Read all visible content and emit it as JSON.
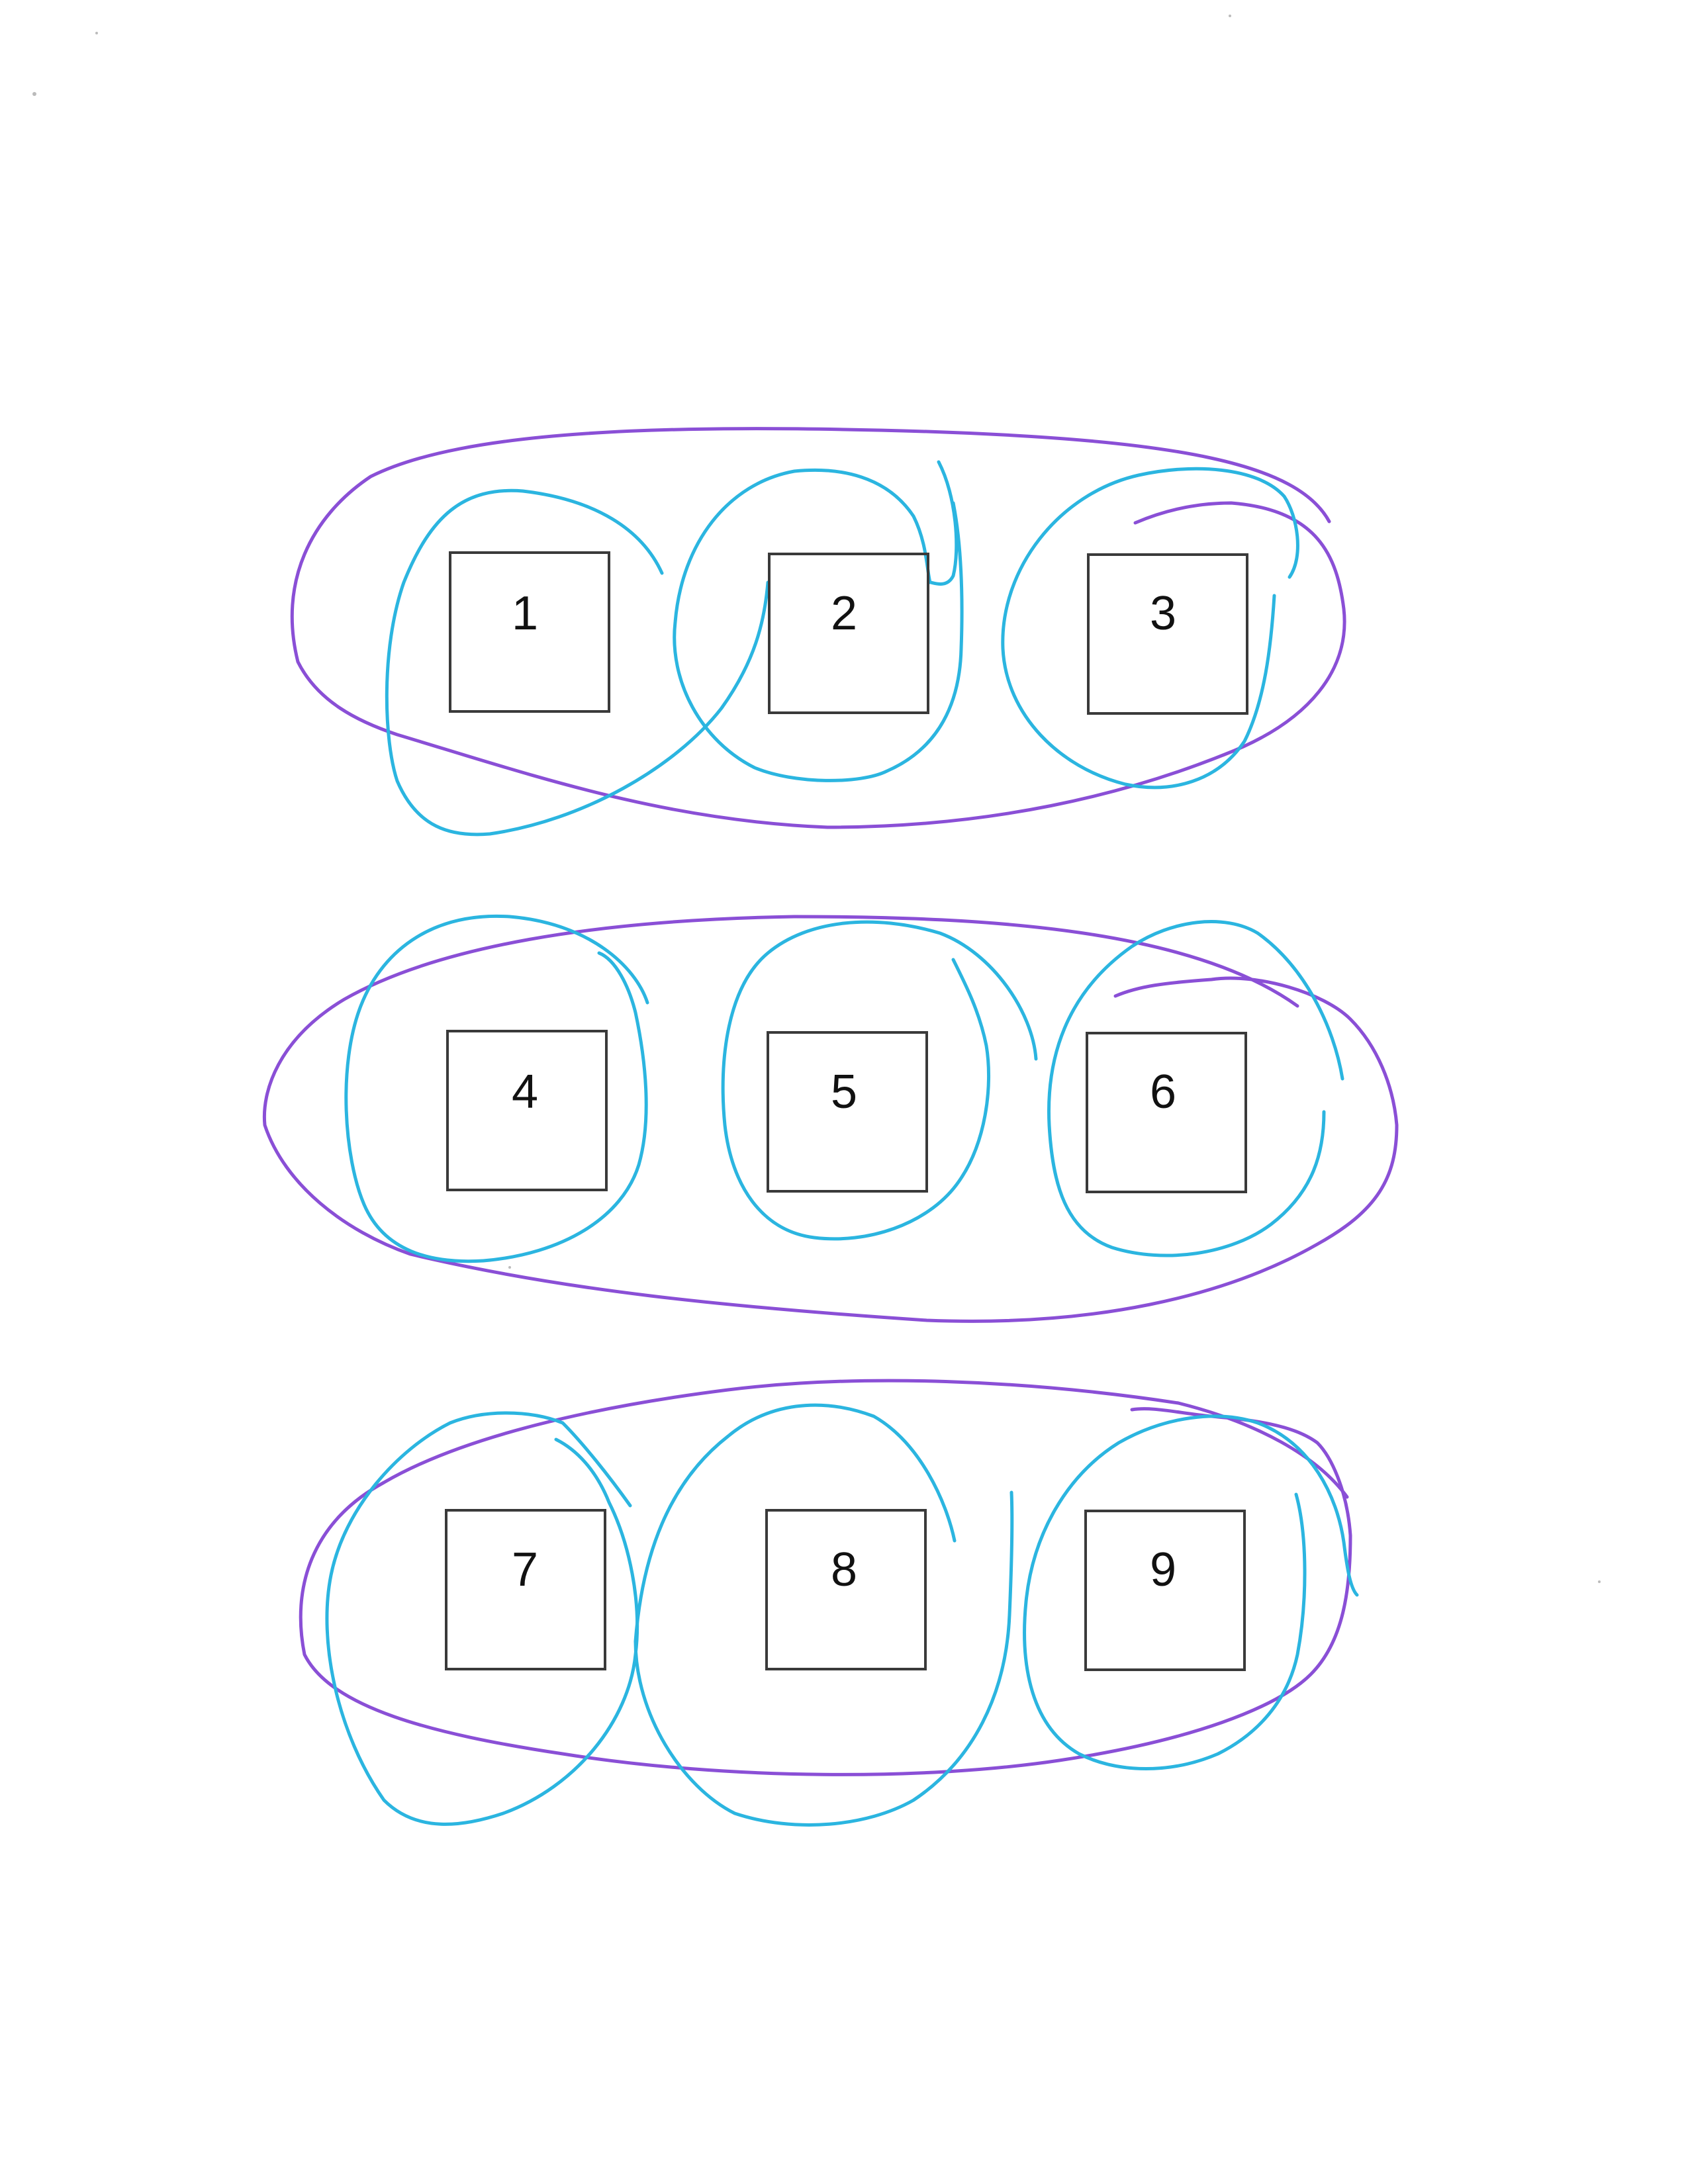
{
  "colors": {
    "outer_loop": "#8a4fd6",
    "inner_loop": "#2bb5e0",
    "box_stroke": "#3a3a3a",
    "label": "#111111",
    "background": "#ffffff"
  },
  "rows": [
    {
      "boxes": [
        {
          "label": "1"
        },
        {
          "label": "2"
        },
        {
          "label": "3"
        }
      ]
    },
    {
      "boxes": [
        {
          "label": "4"
        },
        {
          "label": "5"
        },
        {
          "label": "6"
        }
      ]
    },
    {
      "boxes": [
        {
          "label": "7"
        },
        {
          "label": "8"
        },
        {
          "label": "9"
        }
      ]
    }
  ]
}
